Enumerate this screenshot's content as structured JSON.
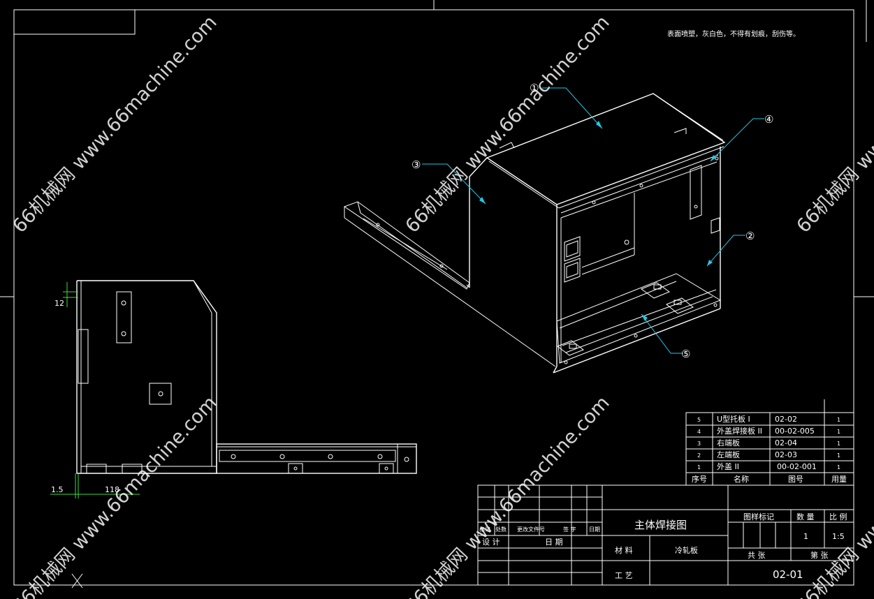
{
  "note": "表面喷塑，灰白色，不得有划痕，刮伤等。",
  "balloons": [
    "①",
    "②",
    "③",
    "④",
    "⑤"
  ],
  "dimensions": {
    "d1": "12",
    "d2": "1.5",
    "d3": "118"
  },
  "parts_list": {
    "rows": [
      {
        "no": "5",
        "name": "U型托板 I",
        "code": "02-02",
        "qty": "1"
      },
      {
        "no": "4",
        "name": "外盖焊接板 II",
        "code": "00-02-005",
        "qty": "1"
      },
      {
        "no": "3",
        "name": "右端板",
        "code": "02-04",
        "qty": "1"
      },
      {
        "no": "2",
        "name": "左端板",
        "code": "02-03",
        "qty": "1"
      },
      {
        "no": "1",
        "name": "外盖 II",
        "code": "00-02-001",
        "qty": "1"
      }
    ],
    "headers": {
      "no": "序号",
      "name": "名称",
      "code": "图号",
      "qty": "用量"
    }
  },
  "title_block": {
    "title": "主体焊接图",
    "material_label": "材 料",
    "material": "冷轧板",
    "process_label": "工 艺",
    "drawing_no": "02-01",
    "mark_label": "图样标记",
    "quantity_label": "数 量",
    "scale_label": "比 例",
    "quantity": "1",
    "scale": "1:5",
    "total_label": "共 张",
    "sheet_label": "第 张",
    "rev_headers": [
      "标记",
      "处数",
      "更改文件号",
      "签 字",
      "日期"
    ],
    "design_label": "设 计",
    "date_label": "日 期"
  },
  "watermark": "66机械网 www.66machine.com",
  "colors": {
    "line": "#ffffff",
    "leader": "#22c8e6",
    "dimension": "#3cdc3c",
    "background": "#000000"
  }
}
